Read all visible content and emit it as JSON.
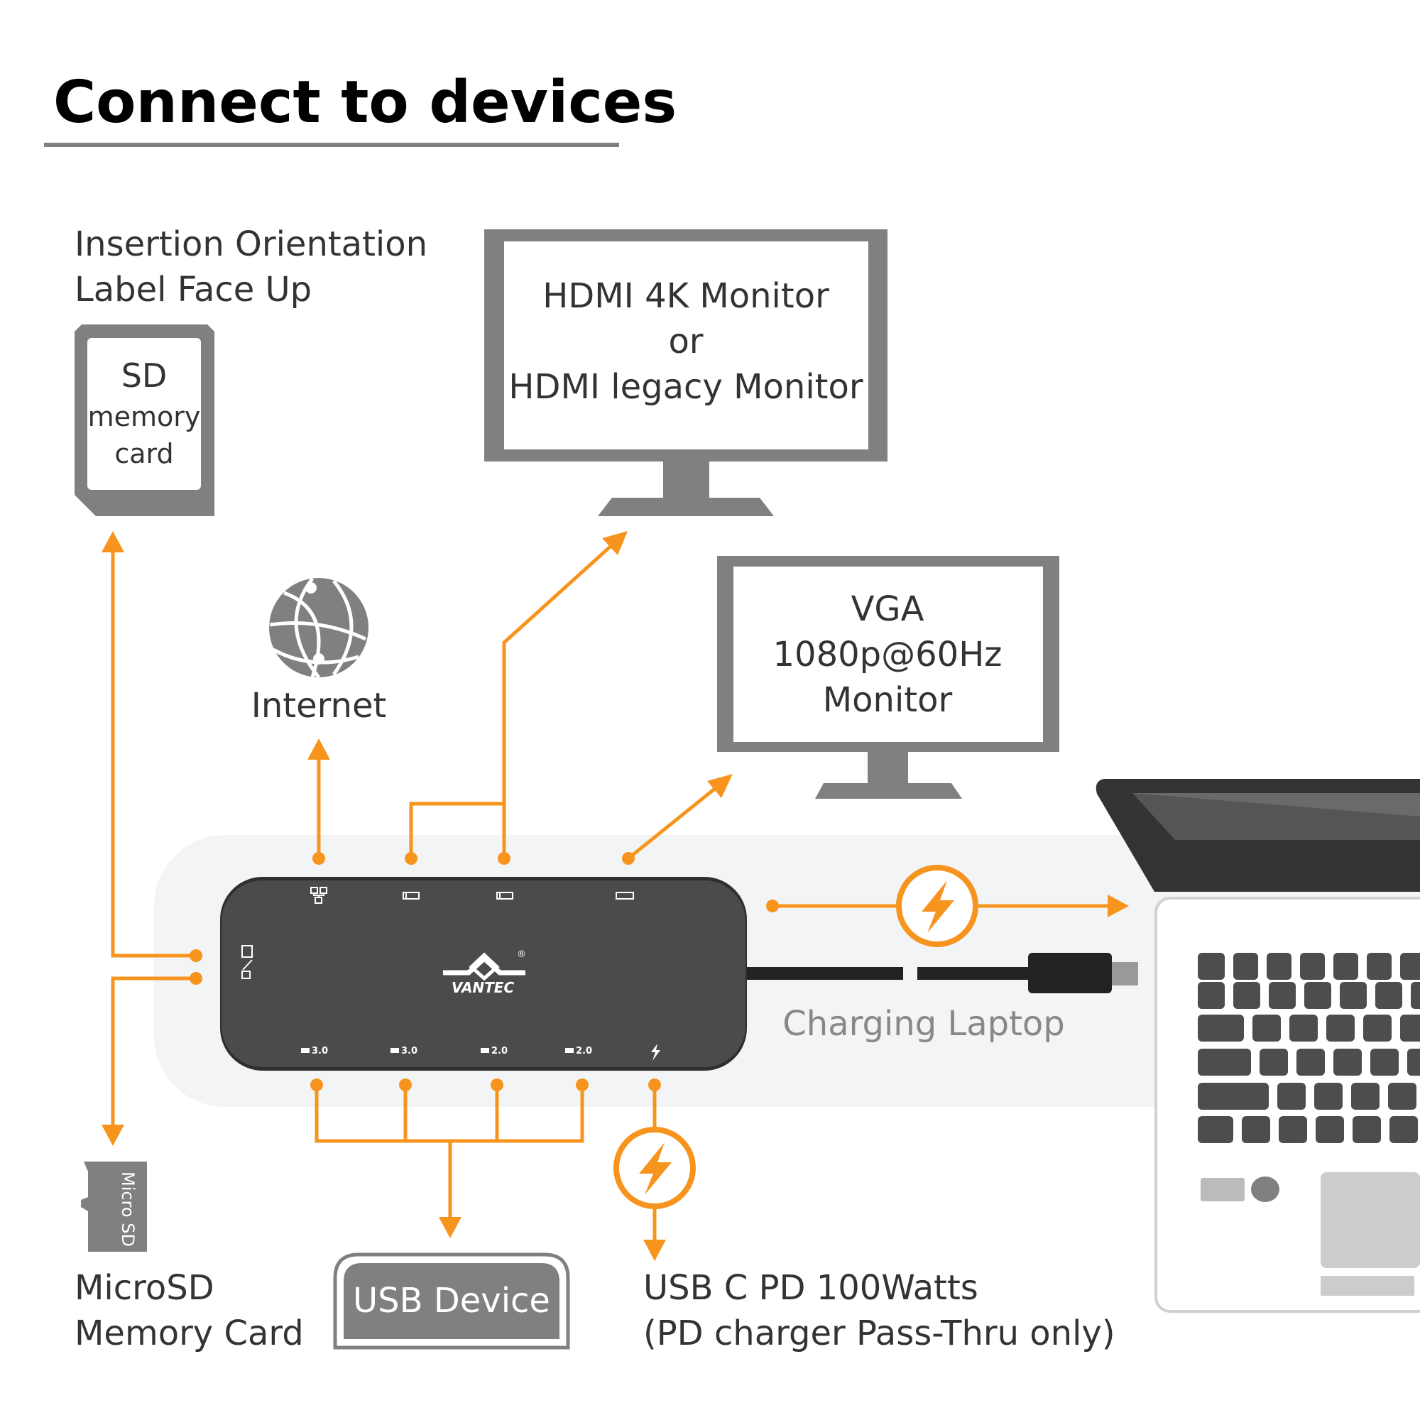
{
  "title": "Connect to devices",
  "sd_card": {
    "instruction_line1": "Insertion Orientation",
    "instruction_line2": "Label Face Up",
    "label_line1": "SD",
    "label_line2": "memory",
    "label_line3": "card"
  },
  "hdmi_monitor": {
    "line1": "HDMI 4K Monitor",
    "line2": "or",
    "line3": "HDMI legacy Monitor"
  },
  "vga_monitor": {
    "line1": "VGA",
    "line2": "1080p@60Hz",
    "line3": "Monitor"
  },
  "internet": {
    "label": "Internet",
    "icon": "globe-icon"
  },
  "hub": {
    "brand": "VANTEC",
    "registered": "®",
    "top_ports": [
      "ethernet-icon",
      "hdmi-icon",
      "hdmi-icon",
      "vga-icon"
    ],
    "side_port": "sd-microsd-icon",
    "bottom_ports": [
      "3.0",
      "3.0",
      "2.0",
      "2.0"
    ],
    "pd_port_icon": "lightning-icon"
  },
  "charging": {
    "label": "Charging Laptop",
    "icon": "lightning-icon"
  },
  "microsd": {
    "card_label": "Micro SD",
    "line1": "MicroSD",
    "line2": "Memory Card"
  },
  "usb_device": {
    "label": "USB Device"
  },
  "pd": {
    "line1": "USB C PD 100Watts",
    "line2": "(PD charger Pass-Thru only)",
    "icon": "lightning-icon"
  },
  "colors": {
    "accent": "#F7941D",
    "device_gray": "#808080",
    "hub": "#4a4b4d",
    "band": "#f3f4f6"
  }
}
